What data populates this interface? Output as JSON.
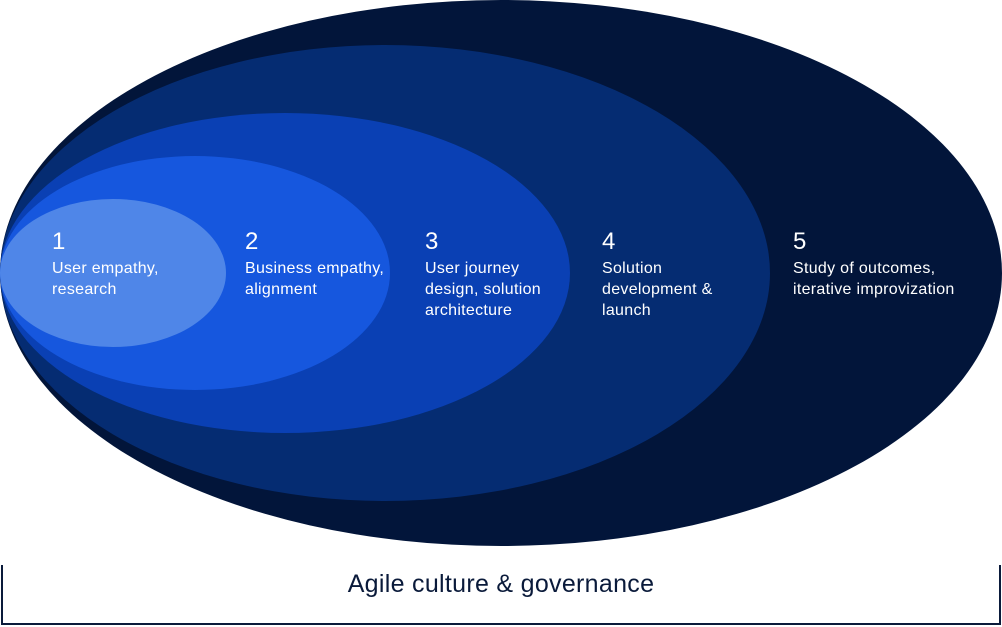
{
  "colors": {
    "stage_1": "#4f86e8",
    "stage_2": "#1657de",
    "stage_3": "#0a40b4",
    "stage_4": "#052c72",
    "stage_5": "#02153a",
    "text_light": "#ffffff",
    "text_dark": "#0a1a3a",
    "bracket": "#0a1a3a"
  },
  "stages": [
    {
      "number": "1",
      "lines": [
        "User empathy,",
        "research"
      ]
    },
    {
      "number": "2",
      "lines": [
        "Business empathy,",
        "alignment"
      ]
    },
    {
      "number": "3",
      "lines": [
        "User journey",
        "design, solution",
        "architecture"
      ]
    },
    {
      "number": "4",
      "lines": [
        "Solution",
        "development &",
        "launch"
      ]
    },
    {
      "number": "5",
      "lines": [
        "Study of outcomes,",
        "iterative improvization"
      ]
    }
  ],
  "footer": {
    "label": "Agile culture & governance"
  }
}
